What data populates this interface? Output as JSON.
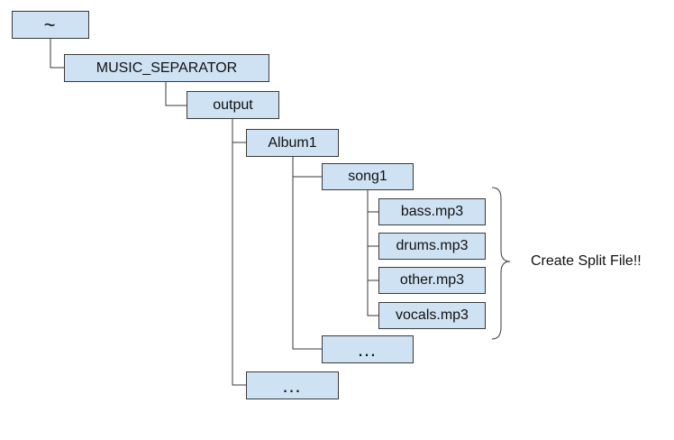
{
  "tree": {
    "root": "~",
    "music_separator": "MUSIC_SEPARATOR",
    "output": "output",
    "album1": "Album1",
    "song1": "song1",
    "files": [
      "bass.mp3",
      "drums.mp3",
      "other.mp3",
      "vocals.mp3"
    ],
    "more_songs": "…",
    "more_albums": "…"
  },
  "annotation": "Create Split File!!",
  "colors": {
    "node_fill": "#cfe2f3",
    "line": "#3a3a3a"
  }
}
